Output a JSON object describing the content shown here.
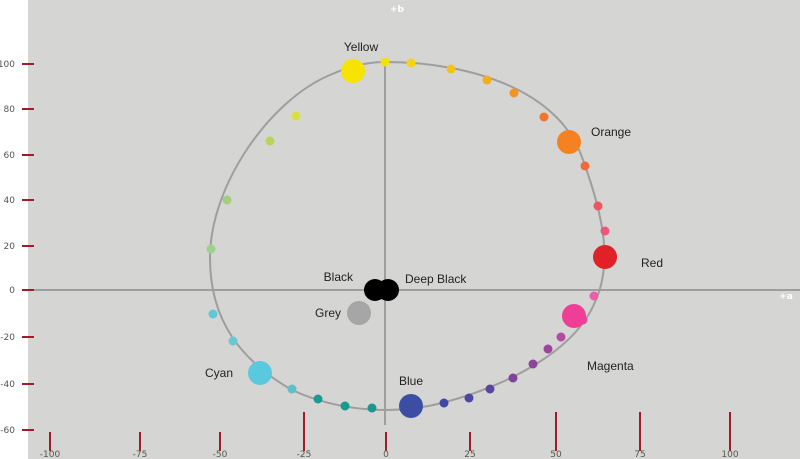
{
  "diagram": {
    "axis_b_label": "+b",
    "axis_a_label": "+a",
    "background": "#d5d5d3",
    "axis_color": "#8c8c8c",
    "curve_color": "#9e9e9e",
    "tick_color": "#a01c2c",
    "y_ticks": [
      "100",
      "80",
      "60",
      "40",
      "20",
      "0",
      "-20",
      "-40",
      "-60"
    ],
    "x_ticks": [
      "-100",
      "-75",
      "-50",
      "-25",
      "0",
      "25",
      "50",
      "75",
      "100"
    ],
    "named_colors": [
      {
        "id": "yellow",
        "label": "Yellow",
        "fill": "#f6e400"
      },
      {
        "id": "orange",
        "label": "Orange",
        "fill": "#f58220"
      },
      {
        "id": "red",
        "label": "Red",
        "fill": "#e02127"
      },
      {
        "id": "magenta",
        "label": "Magenta",
        "fill": "#ee3e95"
      },
      {
        "id": "blue",
        "label": "Blue",
        "fill": "#3c4ea3"
      },
      {
        "id": "cyan",
        "label": "Cyan",
        "fill": "#5ac8df"
      },
      {
        "id": "black",
        "label": "Black",
        "fill": "#000000"
      },
      {
        "id": "deep-black",
        "label": "Deep Black",
        "fill": "#000000"
      },
      {
        "id": "grey",
        "label": "Grey",
        "fill": "#a6a6a6"
      }
    ],
    "small_dot_colors": [
      "#f3e400",
      "#f6d313",
      "#f4c21a",
      "#f6ac1e",
      "#f4931f",
      "#f0762a",
      "#ef6a3c",
      "#ef5560",
      "#ed5879",
      "#e95fa8",
      "#d54fa7",
      "#b34ba1",
      "#9c45a0",
      "#8d449c",
      "#7e439b",
      "#5e42a0",
      "#4d47a2",
      "#3f49a5",
      "#1c9590",
      "#189a8e",
      "#1c9a94",
      "#5fc0c8",
      "#6bc8d2",
      "#61c6d6",
      "#9dd28e",
      "#a2cf7a",
      "#b8d45a",
      "#d7e03f"
    ]
  }
}
